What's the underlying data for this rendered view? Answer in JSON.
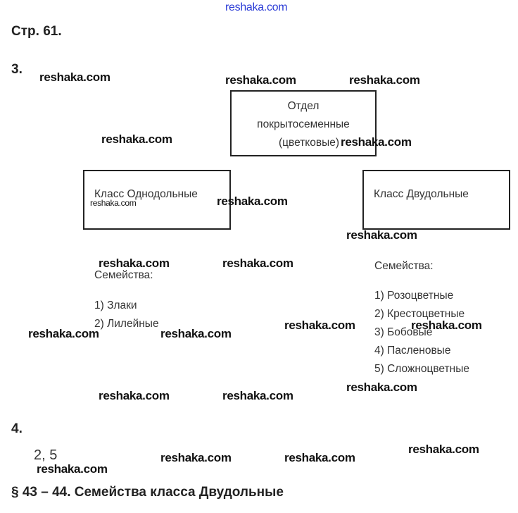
{
  "header_watermark": "reshaka.com",
  "page_ref": "Стр. 61.",
  "task3": {
    "number": "3.",
    "division_box": [
      "Отдел",
      "покрытосеменные",
      "(цветковые)"
    ],
    "monocot_box": "Класс Однодольные",
    "dicot_box": "Класс Двудольные",
    "monocot_families_title": "Семейства:",
    "monocot_families": [
      "1) Злаки",
      "2) Лилейные"
    ],
    "dicot_families_title": "Семейства:",
    "dicot_families": [
      "1) Розоцветные",
      "2) Крестоцветные",
      "3) Бобовые",
      "4) Пасленовые",
      "5) Сложноцветные"
    ]
  },
  "task4": {
    "number": "4.",
    "answer": "2, 5"
  },
  "section_heading": "§ 43 – 44. Семейства класса Двудольные",
  "watermarks": [
    "reshaka.com",
    "reshaka.com",
    "reshaka.com",
    "reshaka.com",
    "reshaka.com",
    "reshaka.com",
    "reshaka.com",
    "reshaka.com",
    "reshaka.com",
    "reshaka.com",
    "reshaka.com",
    "reshaka.com",
    "reshaka.com",
    "reshaka.com",
    "reshaka.com",
    "reshaka.com",
    "reshaka.com",
    "reshaka.com",
    "reshaka.com",
    "reshaka.com",
    "reshaka.com"
  ]
}
